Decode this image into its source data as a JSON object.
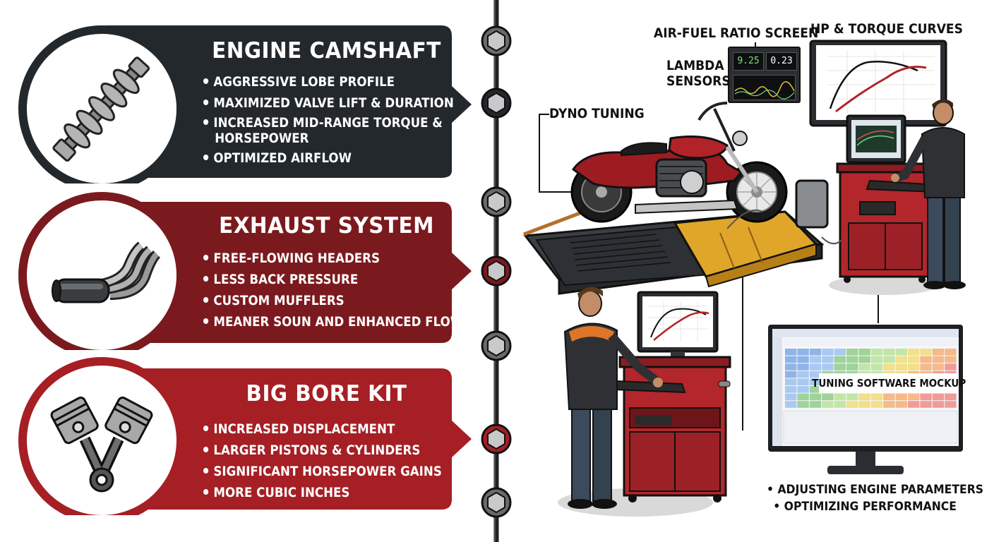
{
  "panels": [
    {
      "id": "camshaft",
      "title": "ENGINE CAMSHAFT",
      "icon": "camshaft-icon",
      "color": "#23282d",
      "bullets": [
        {
          "text": "AGGRESSIVE LOBE PROFILE"
        },
        {
          "text": "MAXIMIZED VALVE LIFT & DURATION"
        },
        {
          "text": "INCREASED MID-RANGE TORQUE &",
          "cont": "HORSEPOWER"
        },
        {
          "text": "OPTIMIZED AIRFLOW"
        }
      ]
    },
    {
      "id": "exhaust",
      "title": "EXHAUST SYSTEM",
      "icon": "exhaust-pipe-icon",
      "color": "#7b1a1e",
      "bullets": [
        {
          "text": "FREE-FLOWING HEADERS"
        },
        {
          "text": "LESS BACK PRESSURE"
        },
        {
          "text": "CUSTOM MUFFLERS"
        },
        {
          "text": "MEANER SOUN AND ENHANCED FLOW"
        }
      ]
    },
    {
      "id": "bigbore",
      "title": "BIG BORE KIT",
      "icon": "pistons-icon",
      "color": "#a51f24",
      "bullets": [
        {
          "text": "INCREASED DISPLACEMENT"
        },
        {
          "text": "LARGER PISTONS & CYLINDERS"
        },
        {
          "text": "SIGNIFICANT HORSEPOWER GAINS"
        },
        {
          "text": "MORE CUBIC INCHES"
        }
      ]
    }
  ],
  "scene": {
    "labels": {
      "afr_screen": "AIR-FUEL RATIO SCREEN",
      "hp_curves": "HP & TORQUE CURVES",
      "lambda": "LAMBDA",
      "lambda_2": "SENSORS",
      "dyno": "DYNO TUNING",
      "software": "TUNING SOFTWARE MOCKUP"
    },
    "afr_values": [
      "9.25",
      "0.23"
    ],
    "callout_bullets": [
      "ADJUSTING ENGINE PARAMETERS",
      "OPTIMIZING PERFORMANCE"
    ]
  },
  "colors": {
    "dark": "#23282d",
    "maroon": "#7b1a1e",
    "red": "#a51f24",
    "dyno_yellow": "#e0a62a",
    "cart_red": "#b3262b"
  }
}
